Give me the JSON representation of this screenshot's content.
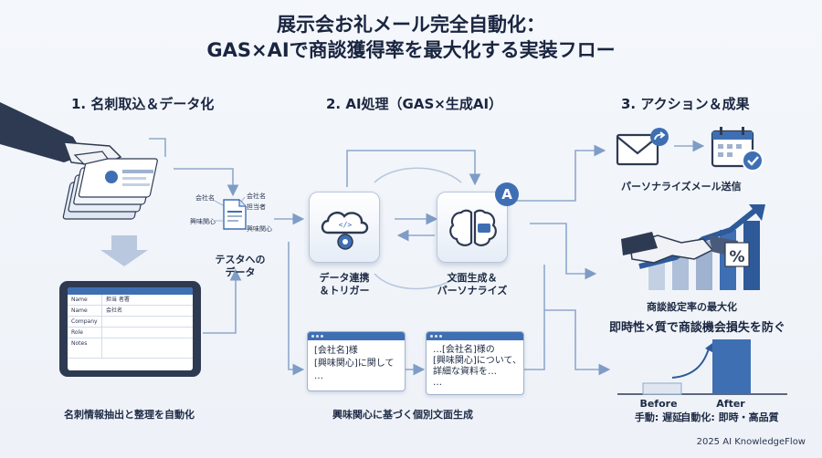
{
  "title": {
    "line1": "展示会お礼メール完全自動化：",
    "line2": "GAS×AIで商談獲得率を最大化する実装フロー"
  },
  "step1": {
    "title": "1. 名刺取込＆データ化",
    "field_labels": [
      "会社名",
      "興味関心",
      "会社名",
      "担当者",
      "興味関心"
    ],
    "doc_caption_l1": "テスタへの",
    "doc_caption_l2": "データ",
    "tablet_rows": [
      {
        "key": "Name",
        "value": "担当 者署"
      },
      {
        "key": "Name",
        "value": "会社名"
      },
      {
        "key": "Company",
        "value": ""
      },
      {
        "key": "Role",
        "value": ""
      },
      {
        "key": "Notes",
        "value": ""
      }
    ],
    "caption": "名刺情報抽出と整理を自動化"
  },
  "step2": {
    "title": "2. AI処理（GAS×生成AI）",
    "tile1_l1": "データ連携",
    "tile1_l2": "＆トリガー",
    "tile2_l1": "文面生成＆",
    "tile2_l2": "パーソナライズ",
    "ai_badge": "A",
    "card1": [
      "[会社名]様",
      "[興味関心]に関して",
      "…"
    ],
    "card2": [
      "…[会社名]様の",
      "[興味関心]について、",
      "詳細な資料を…",
      "…"
    ],
    "caption": "興味関心に基づく個別文面生成"
  },
  "step3": {
    "title": "3. アクション＆成果",
    "mail_caption": "パーソナライズメール送信",
    "deal_caption": "商談設定率の最大化",
    "percent": "%",
    "speed_title": "即時性×質で商談機会損失を防ぐ",
    "before_label": "Before",
    "before_desc": "手動: 遅延",
    "after_label": "After",
    "after_desc": "自動化: 即時・高品質",
    "before_value": 0.2,
    "after_value": 1.0
  },
  "footer": "2025 AI KnowledgeFlow",
  "colors": {
    "primary": "#3f6fb3",
    "dark": "#2e3a52",
    "line": "#7f9cc6"
  }
}
